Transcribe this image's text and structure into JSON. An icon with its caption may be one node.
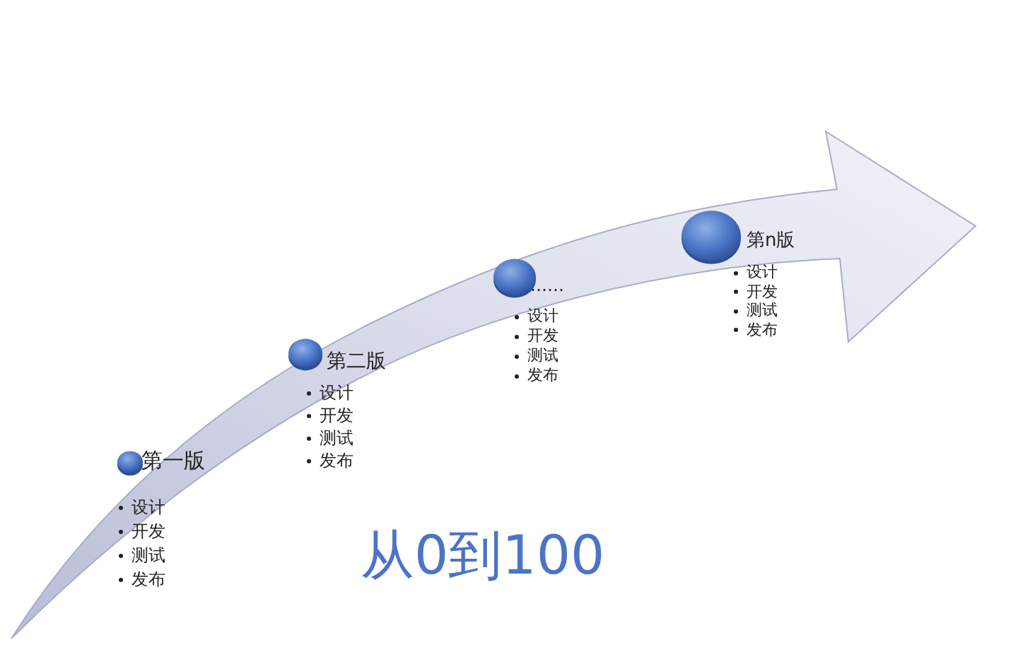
{
  "diagram": {
    "title": "从0到100",
    "nodes": [
      {
        "text": [
          "第一版",
          "设计",
          "开发",
          "测试",
          "发布"
        ]
      },
      {
        "text": [
          "第二版",
          "设计",
          "开发",
          "测试",
          "发布"
        ]
      },
      {
        "text": [
          "……",
          "设计",
          "开发",
          "测试",
          "发布"
        ]
      },
      {
        "text": [
          "第n版",
          "设计",
          "开发",
          "测试",
          "发布"
        ]
      }
    ]
  }
}
